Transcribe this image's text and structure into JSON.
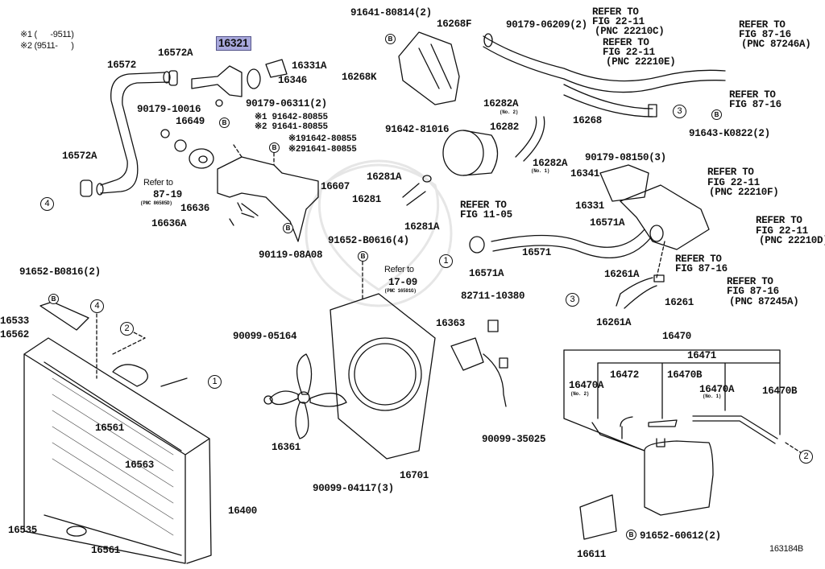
{
  "diagram": {
    "footnotes": [
      "※1 (      -9511)",
      "※2 (9511-      )"
    ],
    "highlighted_part": "16321",
    "highlight_color": "#a8a8dc",
    "figure_id": "163184B",
    "labels": [
      "16572A",
      "16572",
      "16331A",
      "16346",
      "90179-06311(2)",
      "90179-10016",
      "16649",
      "※1 91642-80855",
      "※2 91641-80855",
      "※191642-80855",
      "※291641-80855",
      "16572A",
      "Refer to",
      "87-19",
      "(PNC 86585D)",
      "16636",
      "16636A",
      "16607",
      "90119-08A08",
      "91641-80814(2)",
      "16268F",
      "90179-06209(2)",
      "REFER TO",
      "FIG 22-11",
      "(PNC 22210C)",
      "REFER TO",
      "FIG 22-11",
      "(PNC 22210E)",
      "REFER TO",
      "FIG 87-16",
      "(PNC 87246A)",
      "REFER TO",
      "FIG 87-16",
      "16268",
      "91643-K0822(2)",
      "16268K",
      "91642-81016",
      "16282A",
      "(No. 2)",
      "16282",
      "16282A",
      "(No. 1)",
      "16281A",
      "16281",
      "REFER TO",
      "FIG 11-05",
      "16281A",
      "90179-08150(3)",
      "16341",
      "REFER TO",
      "FIG 22-11",
      "(PNC 22210F)",
      "16331",
      "16571A",
      "REFER TO",
      "FIG 22-11",
      "(PNC 22210D)",
      "REFER TO",
      "FIG 87-16",
      "REFER TO",
      "FIG 87-16",
      "(PNC 87245A)",
      "16261A",
      "16261",
      "16261A",
      "16571",
      "16571A",
      "91652-B0616(4)",
      "Refer to",
      "17-09",
      "(PNC 16591G)",
      "82711-10380",
      "16363",
      "91652-B0816(2)",
      "16533",
      "16562",
      "90099-05164",
      "16470",
      "16471",
      "16472",
      "16470B",
      "16470A",
      "(No. 2)",
      "16470A",
      "(No. 1)",
      "16470B",
      "16561",
      "16361",
      "90099-35025",
      "16563",
      "16701",
      "90099-04117(3)",
      "16400",
      "16535",
      "16561",
      "91652-60612(2)",
      "16611"
    ],
    "callouts": [
      "4",
      "2",
      "4",
      "1",
      "3",
      "1",
      "3",
      "2"
    ],
    "bolt_marks": [
      "B",
      "B",
      "B",
      "B",
      "B",
      "B",
      "B",
      "B"
    ]
  }
}
